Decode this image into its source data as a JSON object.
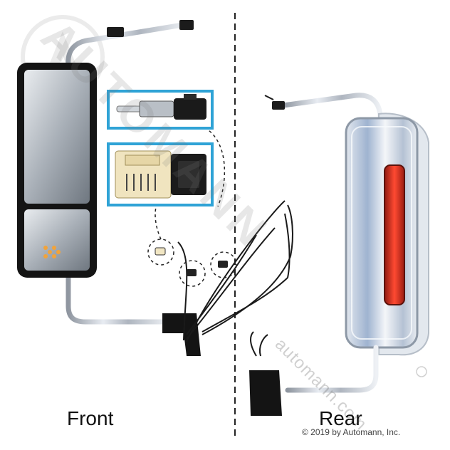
{
  "labels": {
    "front": "Front",
    "rear": "Rear",
    "copyright": "© 2019 by Automann, Inc."
  },
  "watermark": {
    "brand": "AUTOMANN",
    "url": "automann.com",
    "logo_icon": "automann-a-logo-icon"
  },
  "colors": {
    "highlight_box": "#2fa3d6",
    "chrome": "#c9ced6",
    "mirror_glass": "#9aa2ad",
    "marker_lamp": "#e23a2a",
    "housing_black": "#151515"
  },
  "callouts": [
    {
      "icon": "antenna-connector-icon"
    },
    {
      "icon": "electrical-plug-connectors-icon"
    }
  ]
}
